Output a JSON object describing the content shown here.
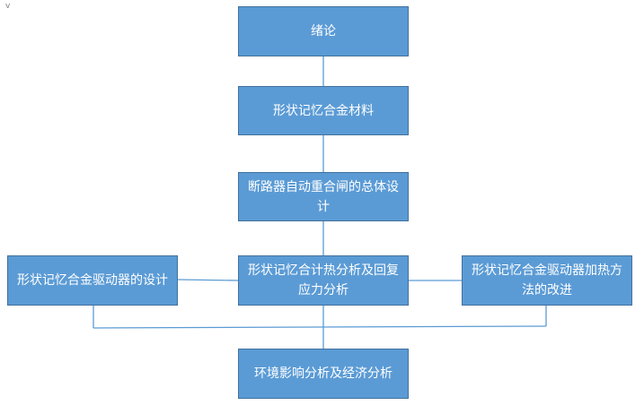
{
  "diagram": {
    "nodes": {
      "intro": "绪论",
      "materials": "形状记忆合金材料",
      "overall_design": "断路器自动重合闸的总体设计",
      "driver_design": "形状记忆合金驱动器的设计",
      "thermal_analysis": "形状记忆合计热分析及回复应力分析",
      "heating_improvement": "形状记忆合金驱动器加热方法的改进",
      "env_econ": "环境影响分析及经济分析"
    },
    "corner_mark": "v"
  },
  "colors": {
    "box_fill": "#5b9bd5",
    "box_border": "#41719c",
    "connector": "#5b9bd5",
    "text": "#ffffff"
  }
}
